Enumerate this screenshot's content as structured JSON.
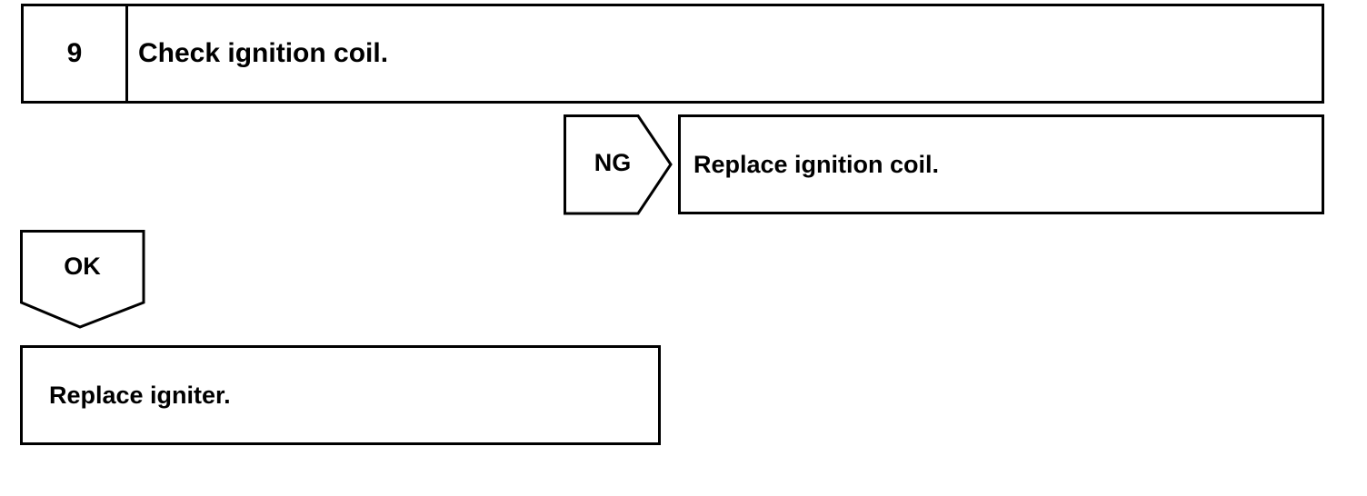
{
  "step": {
    "number": "9",
    "title": "Check ignition coil."
  },
  "ng_branch": {
    "label": "NG",
    "action": "Replace ignition coil."
  },
  "ok_branch": {
    "label": "OK",
    "action": "Replace igniter."
  }
}
